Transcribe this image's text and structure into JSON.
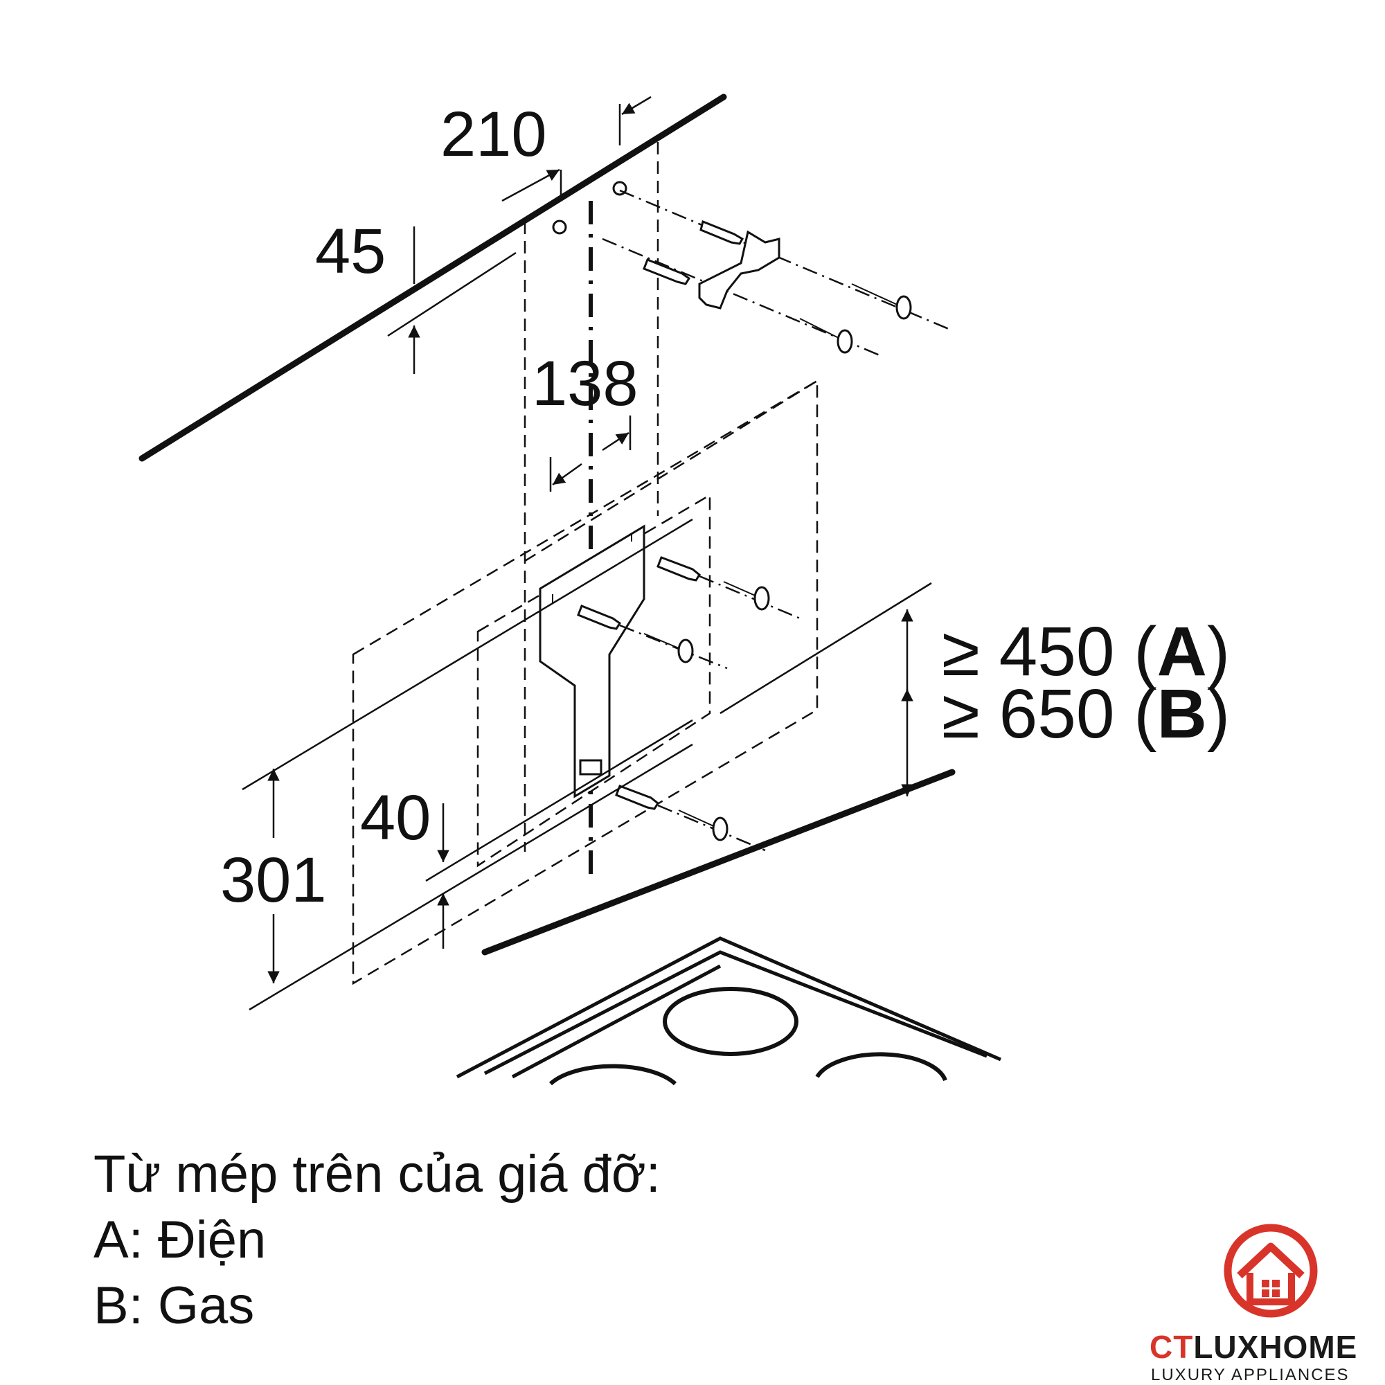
{
  "dimensions": {
    "d210": "210",
    "d45": "45",
    "d138": "138",
    "d40": "40",
    "d301": "301"
  },
  "requirements": {
    "a": {
      "prefix": "≥ 450 (",
      "letter": "A",
      "suffix": ")"
    },
    "b": {
      "prefix": "≥ 650 (",
      "letter": "B",
      "suffix": ")"
    }
  },
  "caption": {
    "line1": "Từ mép trên của giá đỡ:",
    "line2": "A: Điện",
    "line3": "B: Gas"
  },
  "logo": {
    "brand_ct": "CT",
    "brand_rest": "LUXHOME",
    "tagline": "LUXURY APPLIANCES",
    "accent_color": "#d8342a"
  }
}
